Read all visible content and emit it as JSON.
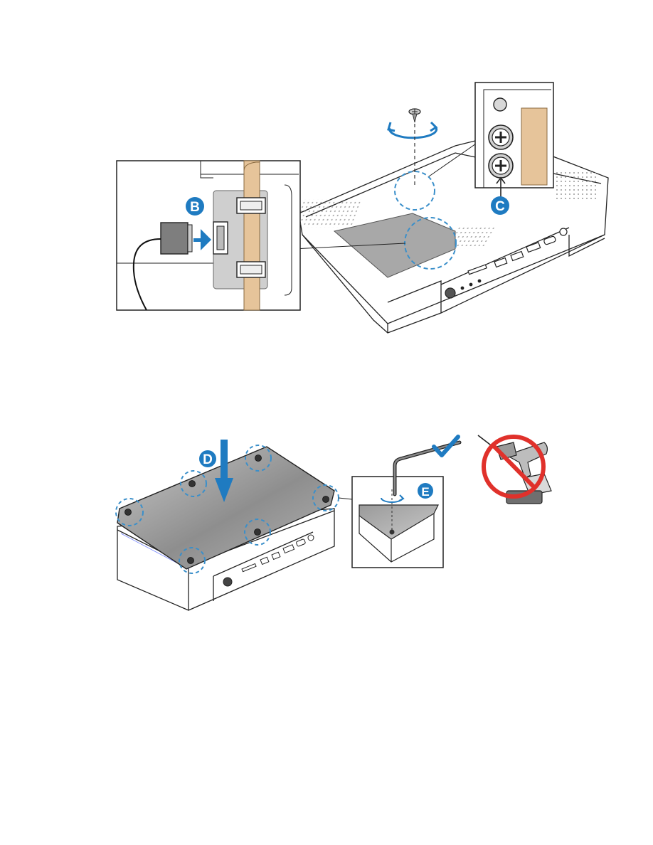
{
  "steps": {
    "b": "B",
    "c": "C",
    "d": "D",
    "e": "E"
  },
  "colors": {
    "accent": "#1f7bc1",
    "callout_dash": "#3a8fca",
    "cable": "#e6c49a",
    "panel_dark": "#8c8c8c",
    "panel_light": "#cfcfcf",
    "line": "#222222",
    "prohibit": "#e0312b",
    "check": "#1f7bc1"
  },
  "icons": [
    "screw-icon",
    "rotate-arrow-icon",
    "push-arrow-icon",
    "down-arrow-icon",
    "checkmark-icon",
    "prohibited-drill-icon",
    "hex-key-icon"
  ]
}
